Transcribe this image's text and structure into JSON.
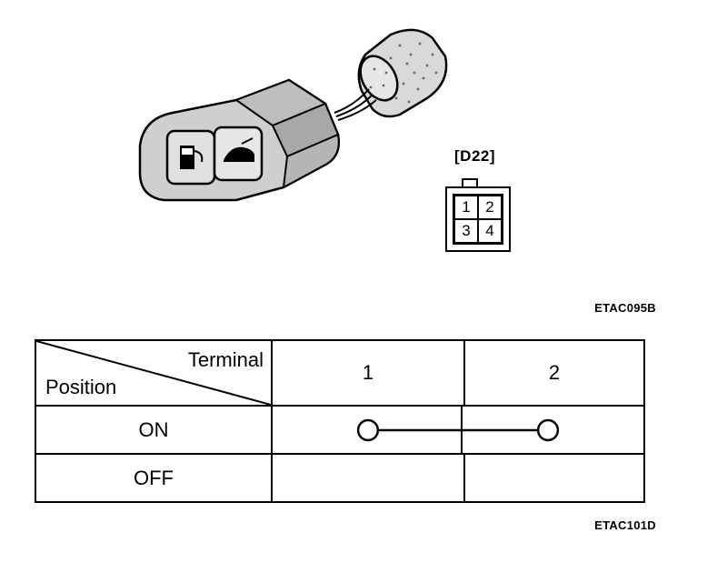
{
  "connector": {
    "label": "[D22]",
    "pins": [
      "1",
      "2",
      "3",
      "4"
    ]
  },
  "figure_codes": {
    "top": "ETAC095B",
    "bottom": "ETAC101D"
  },
  "table": {
    "header_terminal": "Terminal",
    "header_position": "Position",
    "terminals": [
      "1",
      "2"
    ],
    "rows": [
      {
        "position": "ON",
        "continuity": true
      },
      {
        "position": "OFF",
        "continuity": false
      }
    ]
  }
}
